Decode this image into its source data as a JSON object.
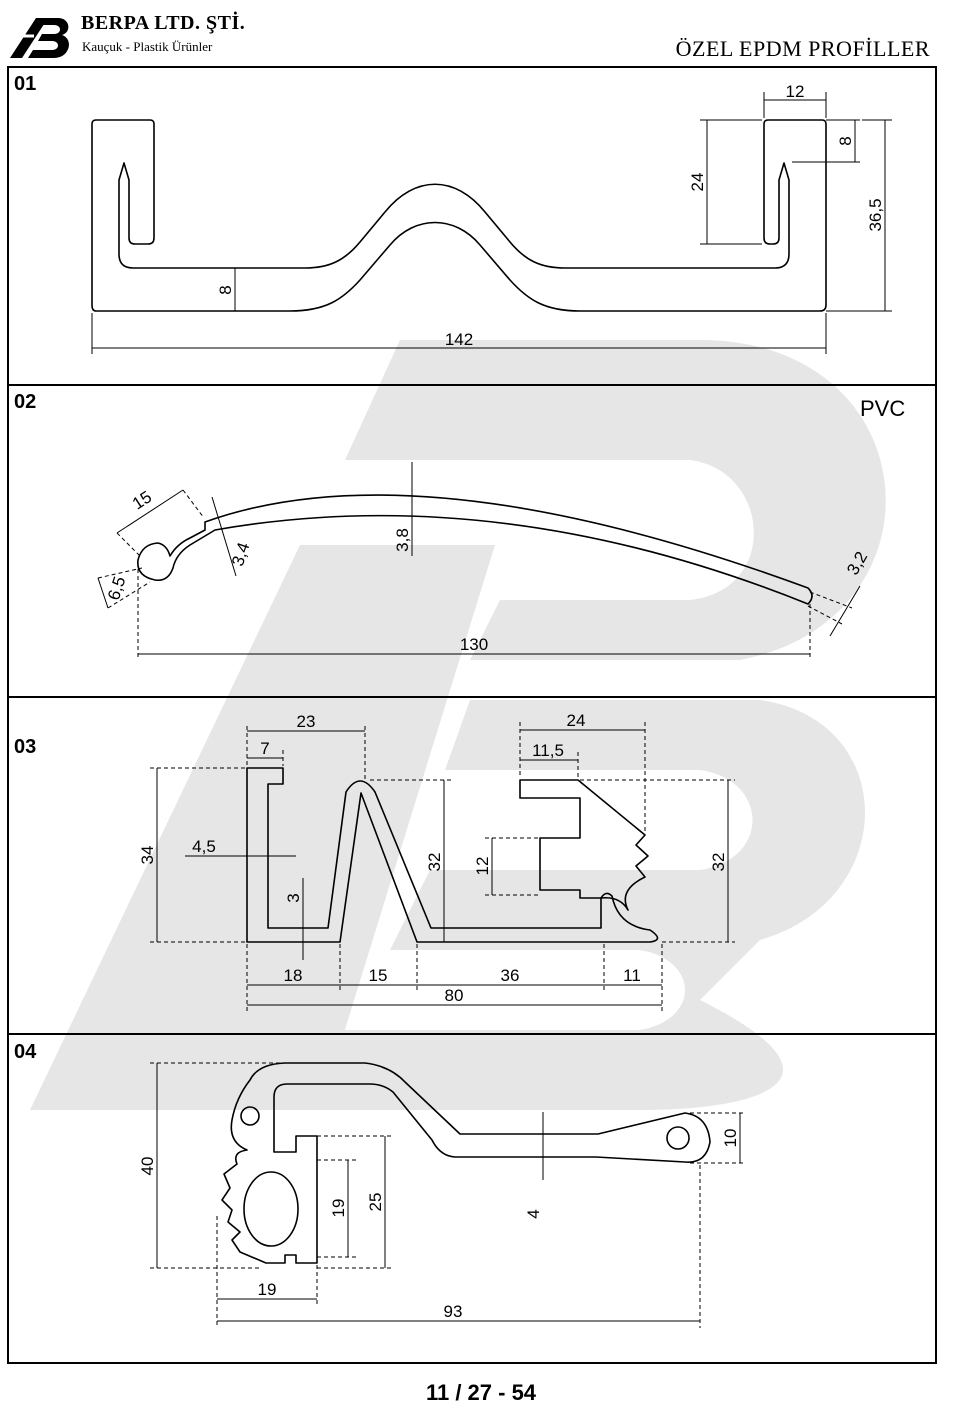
{
  "header": {
    "company_name": "BERPA LTD. ŞTİ.",
    "tagline": "Kauçuk - Plastik Ürünler",
    "title": "ÖZEL EPDM PROFİLLER"
  },
  "sections": [
    {
      "number": "01",
      "dimensions": [
        "12",
        "8",
        "24",
        "36,5",
        "8",
        "142"
      ]
    },
    {
      "number": "02",
      "material": "PVC",
      "dimensions": [
        "15",
        "3,4",
        "3,8",
        "6,5",
        "3,2",
        "130"
      ]
    },
    {
      "number": "03",
      "dimensions": [
        "23",
        "7",
        "4,5",
        "34",
        "3",
        "32",
        "12",
        "24",
        "11,5",
        "32",
        "18",
        "15",
        "36",
        "11",
        "80"
      ]
    },
    {
      "number": "04",
      "dimensions": [
        "40",
        "19",
        "25",
        "4",
        "10",
        "19",
        "93"
      ]
    }
  ],
  "footer": {
    "page_number": "11 / 27 - 54"
  },
  "colors": {
    "watermark": "#e6e6e6",
    "lines": "#000000"
  }
}
